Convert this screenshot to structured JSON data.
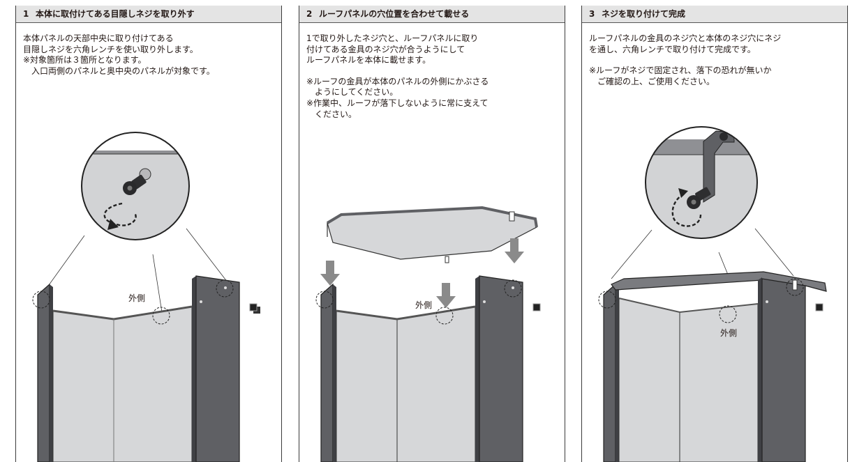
{
  "steps": [
    {
      "number": "1",
      "title": "本体に取付けてある目隠しネジを取り外す",
      "lines": [
        "本体パネルの天部中央に取り付けてある",
        "目隠しネジを六角レンチを使い取り外します。",
        "※対象箇所は３箇所となります。",
        "　入口両側のパネルと奥中央のパネルが対象です。"
      ],
      "label_outside": "外側"
    },
    {
      "number": "2",
      "title": "ルーフパネルの穴位置を合わせて載せる",
      "lines": [
        "1で取り外したネジ穴と、ルーフパネルに取り",
        "付けてある金具のネジ穴が合うようにして",
        "ルーフパネルを本体に載せます。"
      ],
      "notes": [
        "※ルーフの金具が本体のパネルの外側にかぶさる",
        "　ようにしてください。",
        "※作業中、ルーフが落下しないように常に支えて",
        "　ください。"
      ],
      "label_outside": "外側"
    },
    {
      "number": "3",
      "title": "ネジを取り付けて完成",
      "lines": [
        "ルーフパネルの金具のネジ穴と本体のネジ穴にネジ",
        "を通し、六角レンチで取り付けて完成です。"
      ],
      "notes": [
        "※ルーフがネジで固定され、落下の恐れが無いか",
        "　ご確認の上、ご使用ください。"
      ],
      "label_outside": "外側"
    }
  ],
  "colors": {
    "panel_dark": "#5f6064",
    "panel_light": "#d6d7d9",
    "arrow": "#8a8a8a",
    "header_bg": "#e4e4e4"
  }
}
